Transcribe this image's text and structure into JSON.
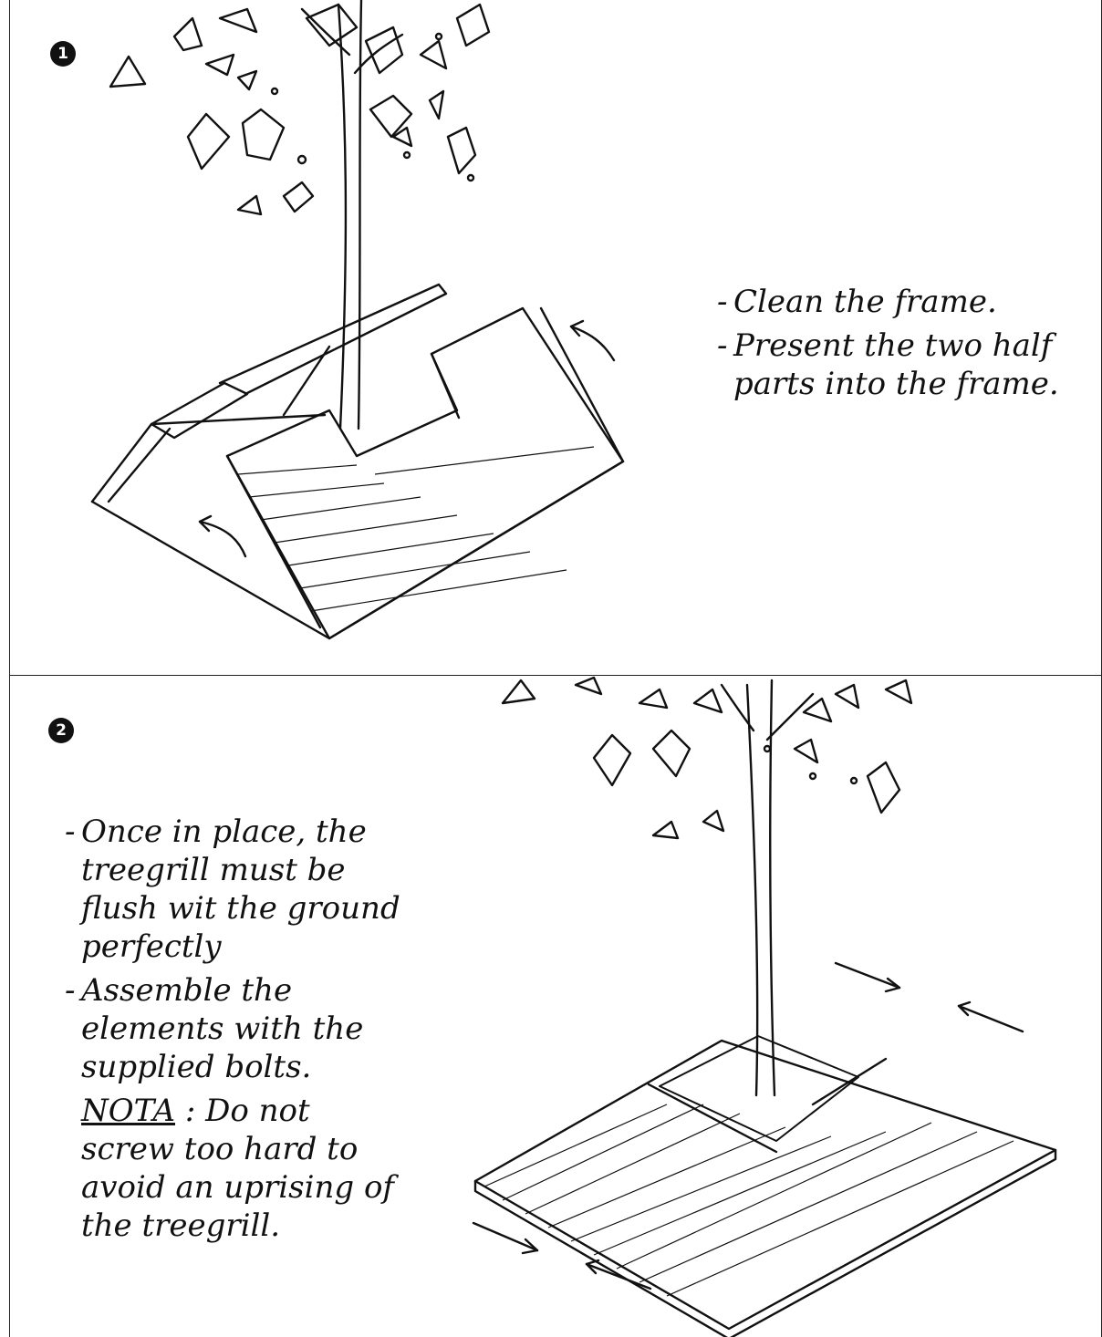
{
  "steps": [
    {
      "number": "1",
      "instructions": [
        "Clean the frame.",
        "Present the two half parts into the frame."
      ]
    },
    {
      "number": "2",
      "instructions": [
        "Once in place, the treegrill must be flush wit the ground perfectly",
        "Assemble the elements with the supplied bolts."
      ],
      "nota": {
        "label": "NOTA",
        "text": ": Do not screw too hard to avoid an uprising of the treegrill."
      }
    }
  ],
  "icons": [
    "tree-illustration",
    "curved-arrow-icon",
    "straight-arrow-icon"
  ],
  "colors": {
    "ink": "#111111",
    "background": "#ffffff",
    "badge": "#111111"
  }
}
